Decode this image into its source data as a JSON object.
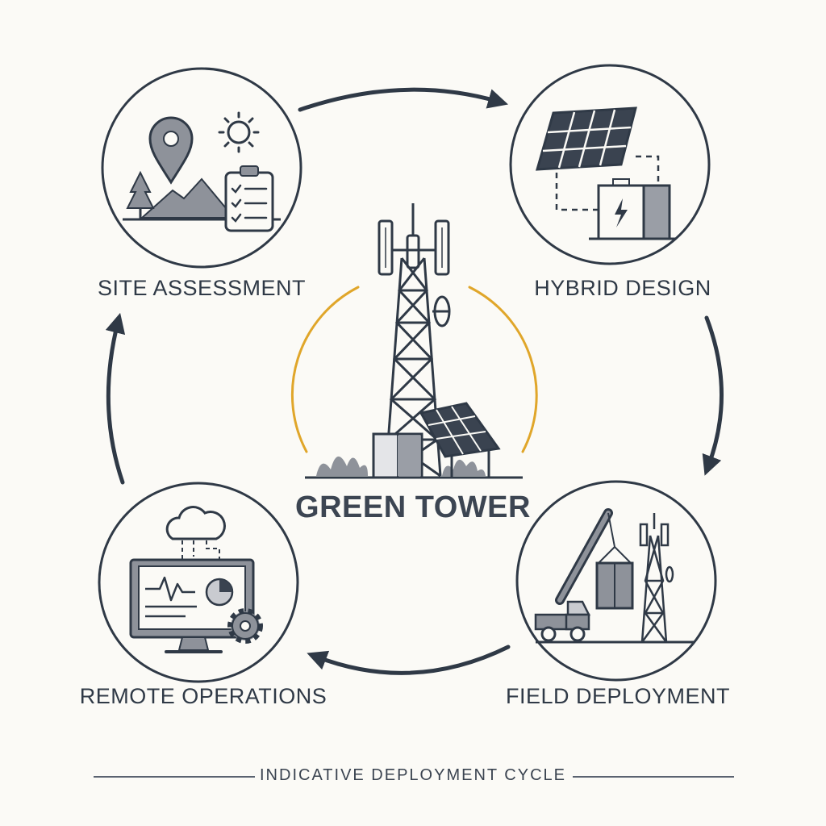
{
  "diagram": {
    "center_title": "GREEN TOWER",
    "stages": [
      {
        "label": "SITE ASSESSMENT"
      },
      {
        "label": "HYBRID DESIGN"
      },
      {
        "label": "FIELD DEPLOYMENT"
      },
      {
        "label": "REMOTE OPERATIONS"
      }
    ],
    "footer": "INDICATIVE DEPLOYMENT CYCLE"
  },
  "colors": {
    "ink": "#2f3946",
    "accent": "#e0a62a",
    "fill": "#8e929a",
    "light_fill": "#c9cbd0",
    "background": "#fbfaf6"
  }
}
